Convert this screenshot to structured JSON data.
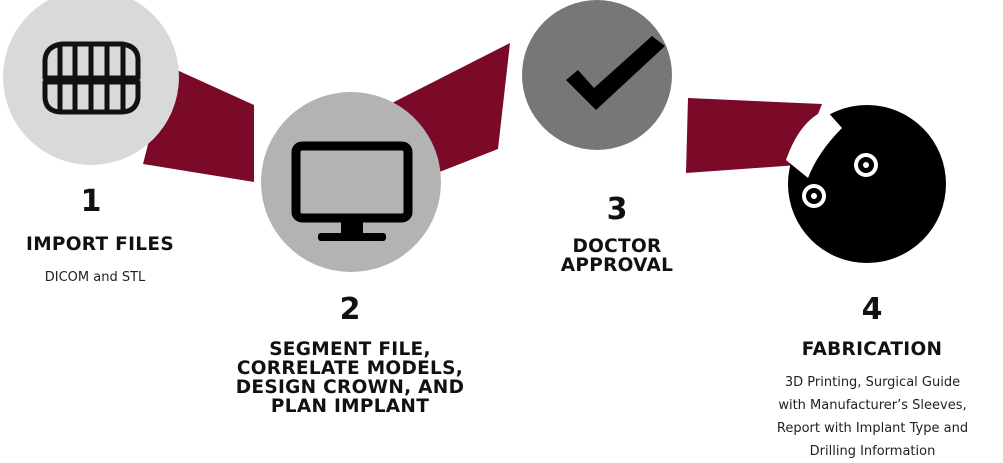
{
  "colors": {
    "ribbon": "#7a0a28",
    "circle_light": "#d9d9d9",
    "circle_mid": "#b3b3b3",
    "circle_dark": "#777777",
    "circle_black": "#000000",
    "ink": "#111111"
  },
  "steps": [
    {
      "number": "1",
      "title_lines": [
        "IMPORT FILES"
      ],
      "desc_lines": [
        "DICOM and STL"
      ],
      "icon": "teeth-icon"
    },
    {
      "number": "2",
      "title_lines": [
        "SEGMENT FILE,",
        "CORRELATE MODELS,",
        "DESIGN CROWN, AND",
        "PLAN IMPLANT"
      ],
      "desc_lines": [],
      "icon": "monitor-icon"
    },
    {
      "number": "3",
      "title_lines": [
        "DOCTOR",
        "APPROVAL"
      ],
      "desc_lines": [],
      "icon": "checkmark-icon"
    },
    {
      "number": "4",
      "title_lines": [
        "FABRICATION"
      ],
      "desc_lines": [
        "3D Printing, Surgical Guide",
        "with Manufacturer’s Sleeves,",
        "Report with Implant Type and",
        "Drilling Information"
      ],
      "icon": "surgical-guide-icon"
    }
  ]
}
